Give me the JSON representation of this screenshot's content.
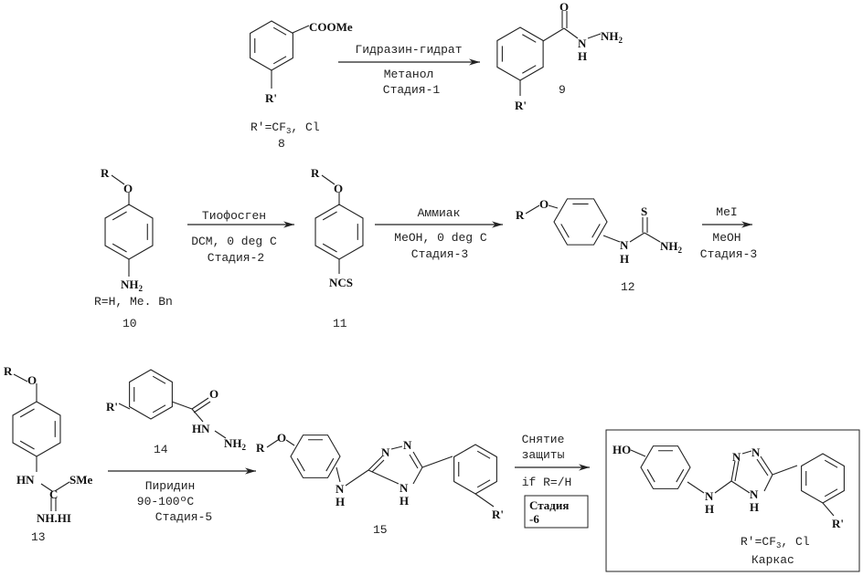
{
  "compounds": {
    "c8": {
      "number": "8",
      "substituent": "COOMe",
      "r_label": "R'",
      "r_def": "R'=CF",
      "r_def_sub": "3",
      "r_def_tail": ", Cl"
    },
    "c9": {
      "number": "9",
      "o": "O",
      "n": "N",
      "h": "H",
      "nh2": "NH",
      "nh2_sub": "2",
      "r_label": "R'"
    },
    "c10": {
      "number": "10",
      "r": "R",
      "o": "O",
      "nh2": "NH",
      "nh2_sub": "2",
      "r_def": "R=H, Me. Bn"
    },
    "c11": {
      "number": "11",
      "r": "R",
      "o": "O",
      "ncs": "NCS"
    },
    "c12": {
      "number": "12",
      "r": "R",
      "o": "O",
      "n": "N",
      "h": "H",
      "s": "S",
      "nh2": "NH",
      "nh2_sub": "2"
    },
    "c13": {
      "number": "13",
      "r": "R",
      "o": "O",
      "hn": "HN",
      "sme": "SMe",
      "c": "C",
      "nhhi": "NH.HI"
    },
    "c14": {
      "number": "14",
      "r_label": "R'",
      "o": "O",
      "hn": "HN",
      "nh2": "NH",
      "nh2_sub": "2"
    },
    "c15": {
      "number": "15",
      "r": "R",
      "o": "O",
      "n": "N",
      "h": "H",
      "r_label": "R'"
    },
    "final": {
      "ho": "HO",
      "n": "N",
      "h": "H",
      "r_label": "R'",
      "r_def": "R'=CF",
      "r_def_sub": "3",
      "r_def_tail": ", Cl",
      "name": "Каркас"
    }
  },
  "steps": {
    "s1": {
      "above": "Гидразин-гидрат",
      "below1": "Метанол",
      "below2": "Стадия-1"
    },
    "s2": {
      "above": "Тиофосген",
      "below1": "DCM, 0 deg C",
      "below2": "Стадия-2"
    },
    "s3": {
      "above": "Аммиак",
      "below1": "MeOH, 0 deg C",
      "below2": "Стадия-3"
    },
    "s4": {
      "above": "MeI",
      "below1": "MeOH",
      "below2": "Стадия-3"
    },
    "s5": {
      "below1": "Пиридин",
      "below2": "90-100ºC",
      "below3": "Стадия-5"
    },
    "s6": {
      "above1": "Снятие",
      "above2": "защиты",
      "below1": "if R=/H",
      "box1": "Стадия",
      "box2": "-6"
    }
  }
}
